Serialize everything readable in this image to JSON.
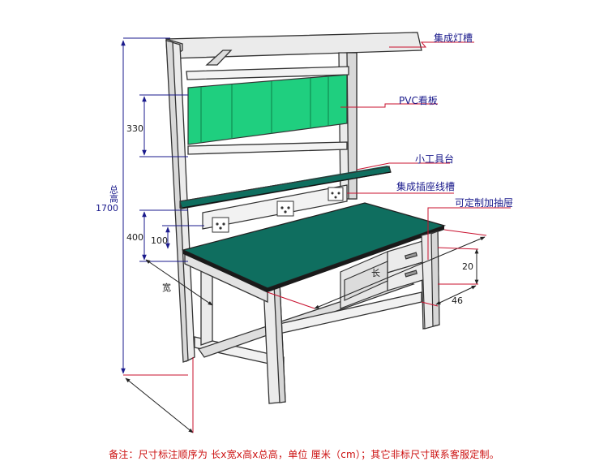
{
  "callouts": {
    "light_trough": "集成灯槽",
    "pvc_board": "PVC看板",
    "small_tool_shelf": "小工具台",
    "socket_trough": "集成插座线槽",
    "drawer": "可定制加抽屉"
  },
  "dimensions": {
    "panel_height": "330",
    "shelf_height": "400",
    "trough_height": "100",
    "total_height_label": "总高",
    "total_height_value": "1700",
    "width_label": "宽",
    "length_label": "长",
    "drawer_height": "20",
    "drawer_depth": "46"
  },
  "note": "备注：尺寸标注顺序为 长x宽x高x总高，单位 厘米（cm）；其它非标尺寸联系客服定制。",
  "colors": {
    "frame": "#ebebeb",
    "frame_stroke": "#333333",
    "mat_green": "#0f6e5f",
    "board_green": "#1fcf7f",
    "dimension_line": "#1a1a8c",
    "leader_line": "#c8102e",
    "note_text": "#cc1111"
  }
}
